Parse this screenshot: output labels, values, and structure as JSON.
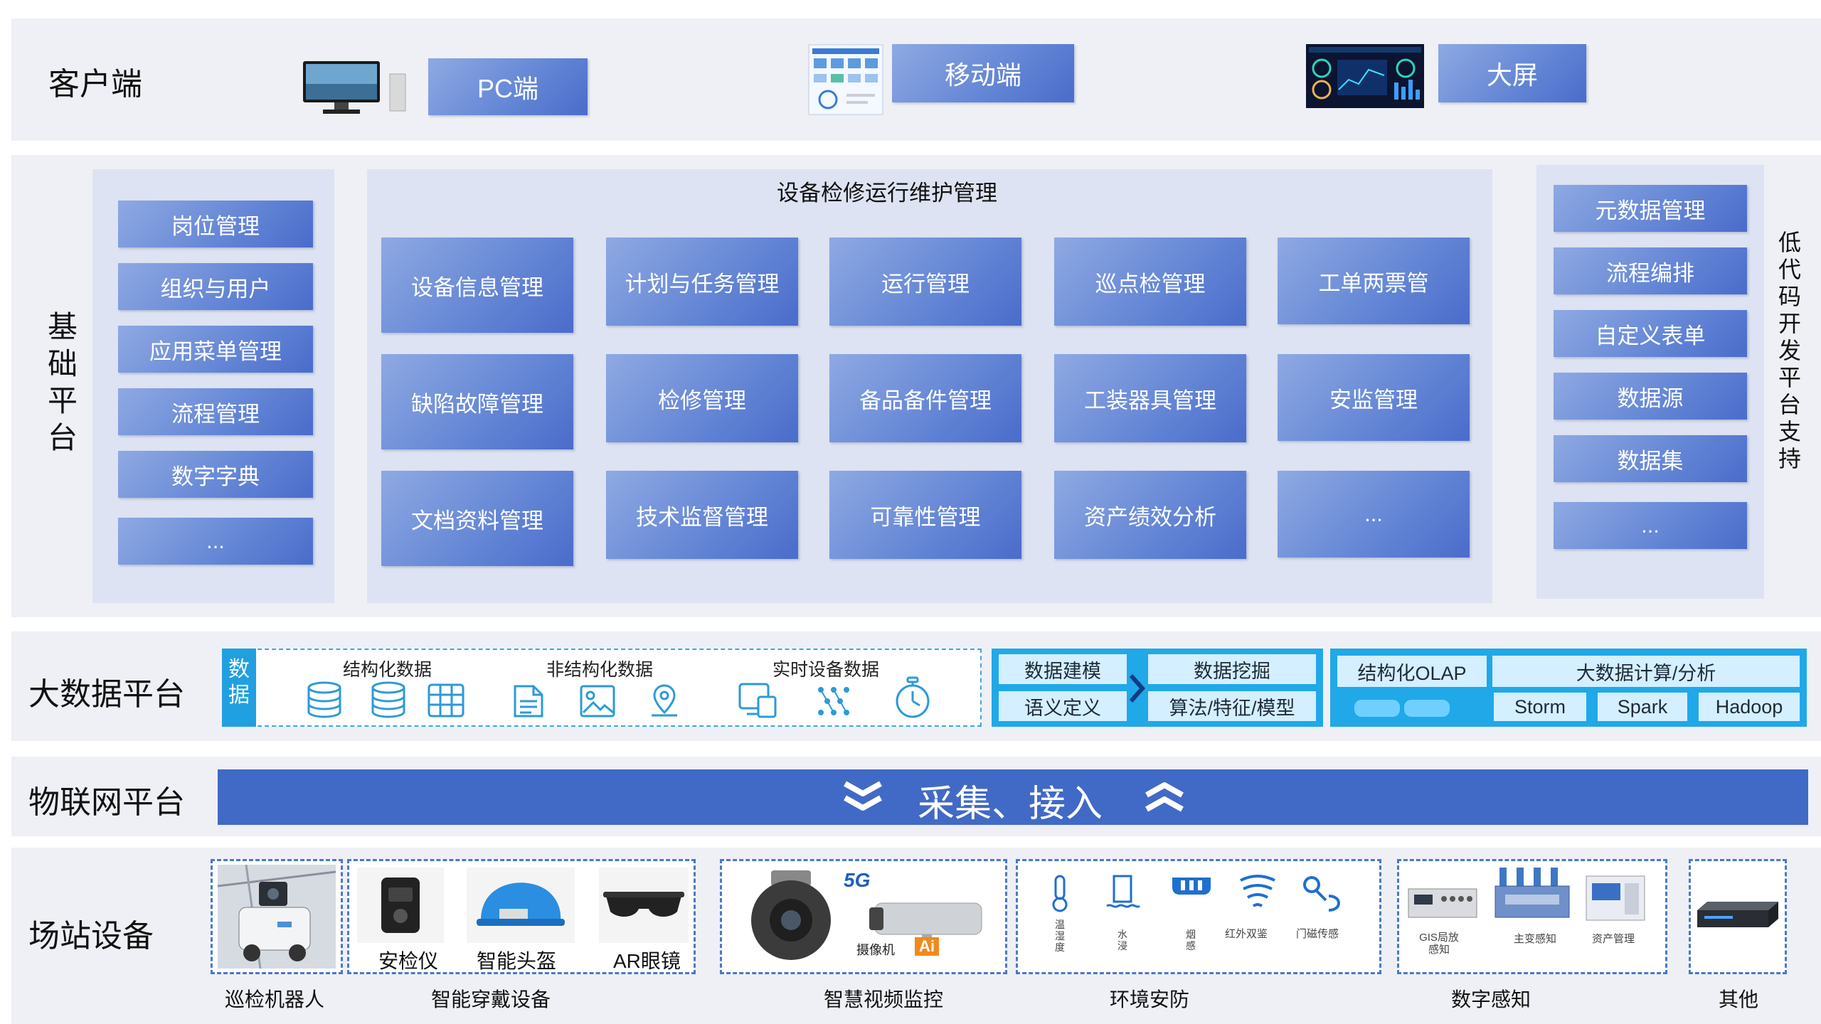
{
  "client": {
    "title": "客户端",
    "pc_label": "PC端",
    "mobile_label": "移动端",
    "bigscreen_label": "大屏"
  },
  "base": {
    "title": "基础平台",
    "left_items": [
      "岗位管理",
      "组织与用户",
      "应用菜单管理",
      "流程管理",
      "数字字典",
      "..."
    ],
    "center_title": "设备检修运行维护管理",
    "center_grid": [
      [
        "设备信息管理",
        "计划与任务管理",
        "运行管理",
        "巡点检管理",
        "工单两票管"
      ],
      [
        "缺陷故障管理",
        "检修管理",
        "备品备件管理",
        "工装器具管理",
        "安监管理"
      ],
      [
        "文档资料管理",
        "技术监督管理",
        "可靠性管理",
        "资产绩效分析",
        "..."
      ]
    ],
    "right_items": [
      "元数据管理",
      "流程编排",
      "自定义表单",
      "数据源",
      "数据集",
      "..."
    ],
    "right_title": "低代码开发平台支持"
  },
  "bigdata": {
    "title": "大数据平台",
    "data_tag": "数据",
    "group_labels": [
      "结构化数据",
      "非结构化数据",
      "实时设备数据"
    ],
    "modeling": [
      "数据建模",
      "语义定义"
    ],
    "mining": [
      "数据挖掘",
      "算法/特征/模型"
    ],
    "olap": "结构化OLAP",
    "compute": "大数据计算/分析",
    "engines": [
      "Storm",
      "Spark",
      "Hadoop"
    ]
  },
  "iot": {
    "title": "物联网平台",
    "bar_label": "采集、接入"
  },
  "station": {
    "title": "场站设备",
    "captions": [
      "巡检机器人",
      "智能穿戴设备",
      "智慧视频监控",
      "环境安防",
      "数字感知",
      "其他"
    ],
    "wearables": [
      "安检仪",
      "智能头盔",
      "AR眼镜"
    ],
    "camera_text": [
      "5G",
      "摄像机",
      "Ai"
    ],
    "env_sensors": [
      "温湿度",
      "水浸",
      "烟感",
      "红外双鉴",
      "门磁传感"
    ],
    "digital_items": [
      "GIS局放感知",
      "主变感知",
      "资产管理"
    ]
  },
  "colors": {
    "band_bg": "#eef0f5",
    "button_blue": "#6688d6",
    "iot_bar": "#4169c6",
    "accent_cyan": "#20a0e0",
    "chip_bg": "#d4efff",
    "dash_border": "#4a78c8"
  }
}
